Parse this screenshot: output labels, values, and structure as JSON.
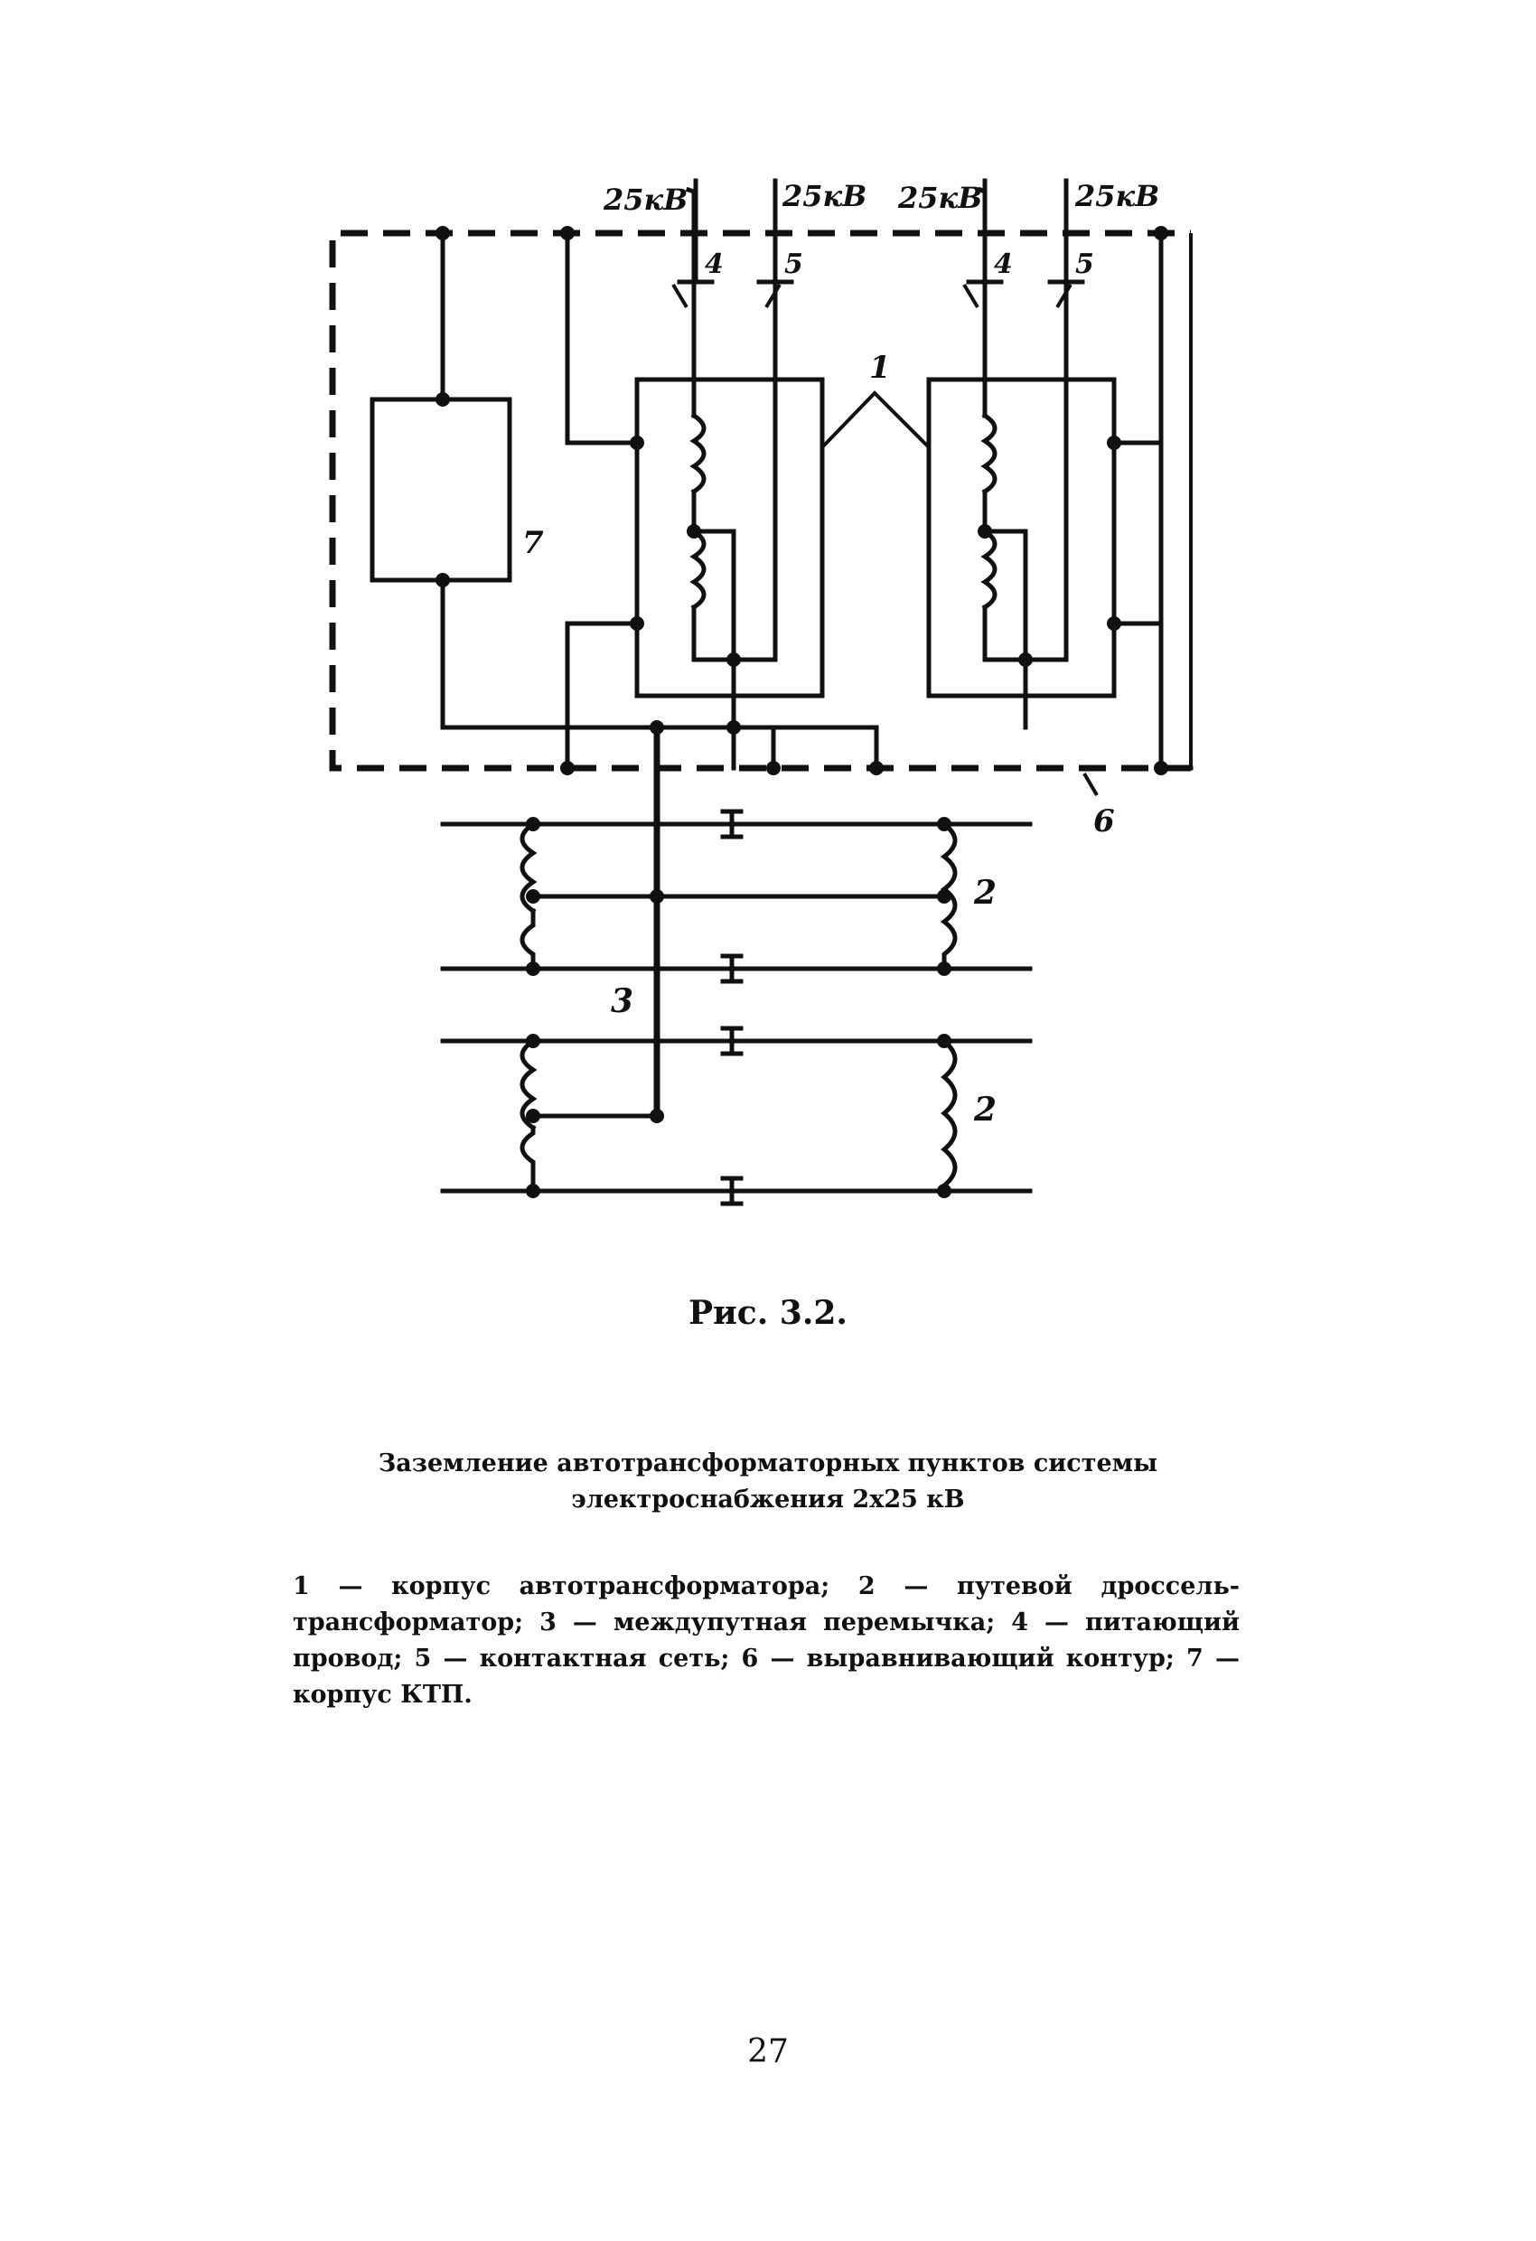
{
  "diagram": {
    "voltage_labels": [
      "25кВ",
      "25кВ",
      "25кВ",
      "25кВ"
    ],
    "wire_labels": [
      "4",
      "5",
      "4",
      "5"
    ],
    "callouts": {
      "autotransformer_body": "1",
      "track_choke": "2",
      "track_choke_lower": "2",
      "crossbond": "3",
      "equalizing_loop": "6",
      "ktp_body": "7"
    }
  },
  "figure": {
    "label": "Рис. 3.2.",
    "title_line1": "Заземление автотрансформаторных пунктов системы",
    "title_line2": "электроснабжения 2х25 кВ",
    "legend": "1 — корпус автотрансформатора; 2 — путевой дроссель-трансформатор; 3 — междупутная перемычка; 4 — питающий провод; 5 — контактная сеть; 6 — выравнивающий контур; 7 — корпус КТП."
  },
  "page_number": "27"
}
